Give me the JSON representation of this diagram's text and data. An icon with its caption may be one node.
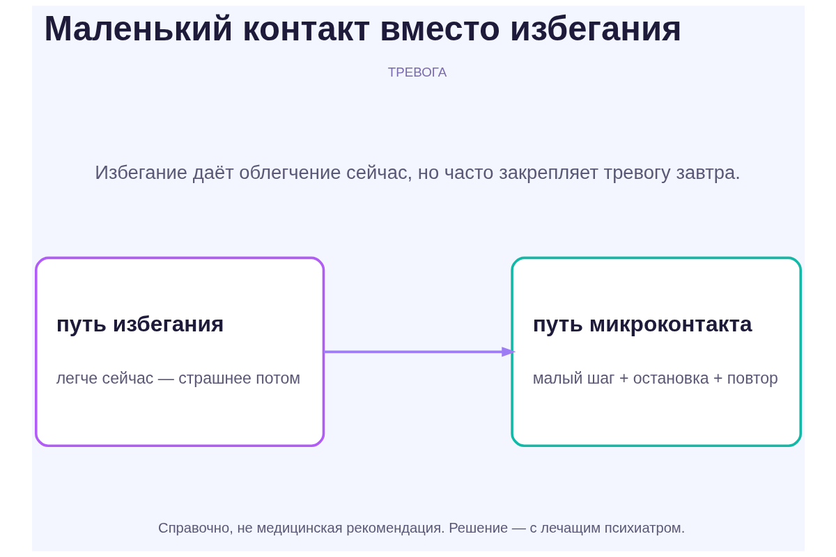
{
  "diagram": {
    "title": "Маленький контакт вместо избегания",
    "nodes": [
      {
        "text": [
          "путь избегания",
          "легче сейчас — страшнее потом"
        ]
      },
      {
        "text": [
          "путь микроконтакта",
          "малый шаг + остановка + повтор"
        ]
      }
    ],
    "edges": [
      {
        "from": 0,
        "to": 1,
        "arrow": "to"
      }
    ],
    "labels": [
      "ТРЕВОГА",
      "Избегание даёт облегчение сейчас, но часто закрепляет тревогу завтра.",
      "Справочно, не медицинская рекомендация. Решение — с лечащим психиатром."
    ]
  }
}
